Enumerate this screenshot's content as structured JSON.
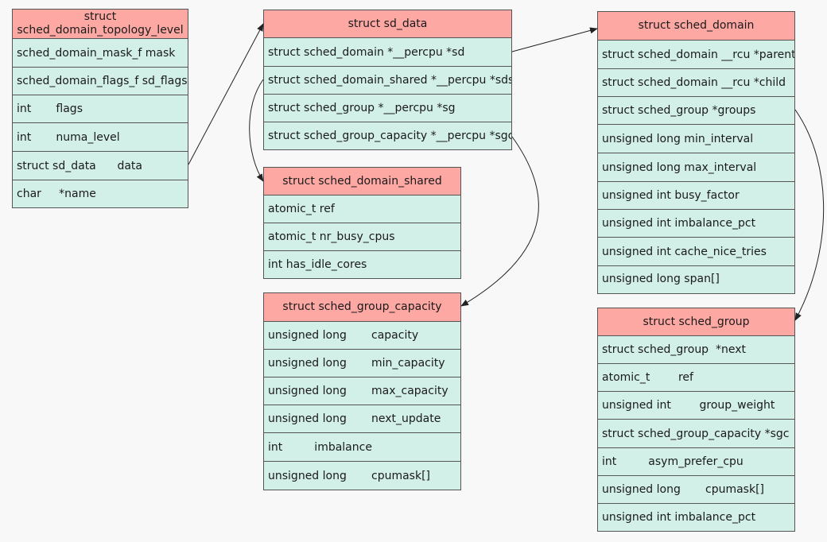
{
  "structs": {
    "topology": {
      "title": "struct\nsched_domain_topology_level",
      "fields": [
        "sched_domain_mask_f mask",
        "sched_domain_flags_f sd_flags",
        "int       flags",
        "int       numa_level",
        "struct sd_data      data",
        "char     *name"
      ]
    },
    "sd_data": {
      "title": "struct sd_data",
      "fields": [
        "struct sched_domain *__percpu *sd",
        "struct sched_domain_shared *__percpu *sds",
        "struct sched_group *__percpu *sg",
        "struct sched_group_capacity *__percpu *sgc"
      ]
    },
    "shared": {
      "title": "struct sched_domain_shared",
      "fields": [
        "atomic_t ref",
        "atomic_t nr_busy_cpus",
        "int has_idle_cores"
      ]
    },
    "capacity": {
      "title": "struct sched_group_capacity",
      "fields": [
        "unsigned long       capacity",
        "unsigned long       min_capacity",
        "unsigned long       max_capacity",
        "unsigned long       next_update",
        "int         imbalance",
        "unsigned long       cpumask[]"
      ]
    },
    "domain": {
      "title": "struct sched_domain",
      "fields": [
        "struct sched_domain __rcu *parent",
        "struct sched_domain __rcu *child",
        "struct sched_group *groups",
        "unsigned long min_interval",
        "unsigned long max_interval",
        "unsigned int busy_factor",
        "unsigned int imbalance_pct",
        "unsigned int cache_nice_tries",
        "unsigned long span[]"
      ]
    },
    "group": {
      "title": "struct sched_group",
      "fields": [
        "struct sched_group  *next",
        "atomic_t        ref",
        "unsigned int        group_weight",
        "struct sched_group_capacity *sgc",
        "int         asym_prefer_cpu",
        "unsigned long       cpumask[]",
        "unsigned int imbalance_pct"
      ]
    }
  },
  "colors": {
    "header": "#fea8a4",
    "body": "#d3f0e8",
    "border": "#555555",
    "arrow": "#222222"
  }
}
